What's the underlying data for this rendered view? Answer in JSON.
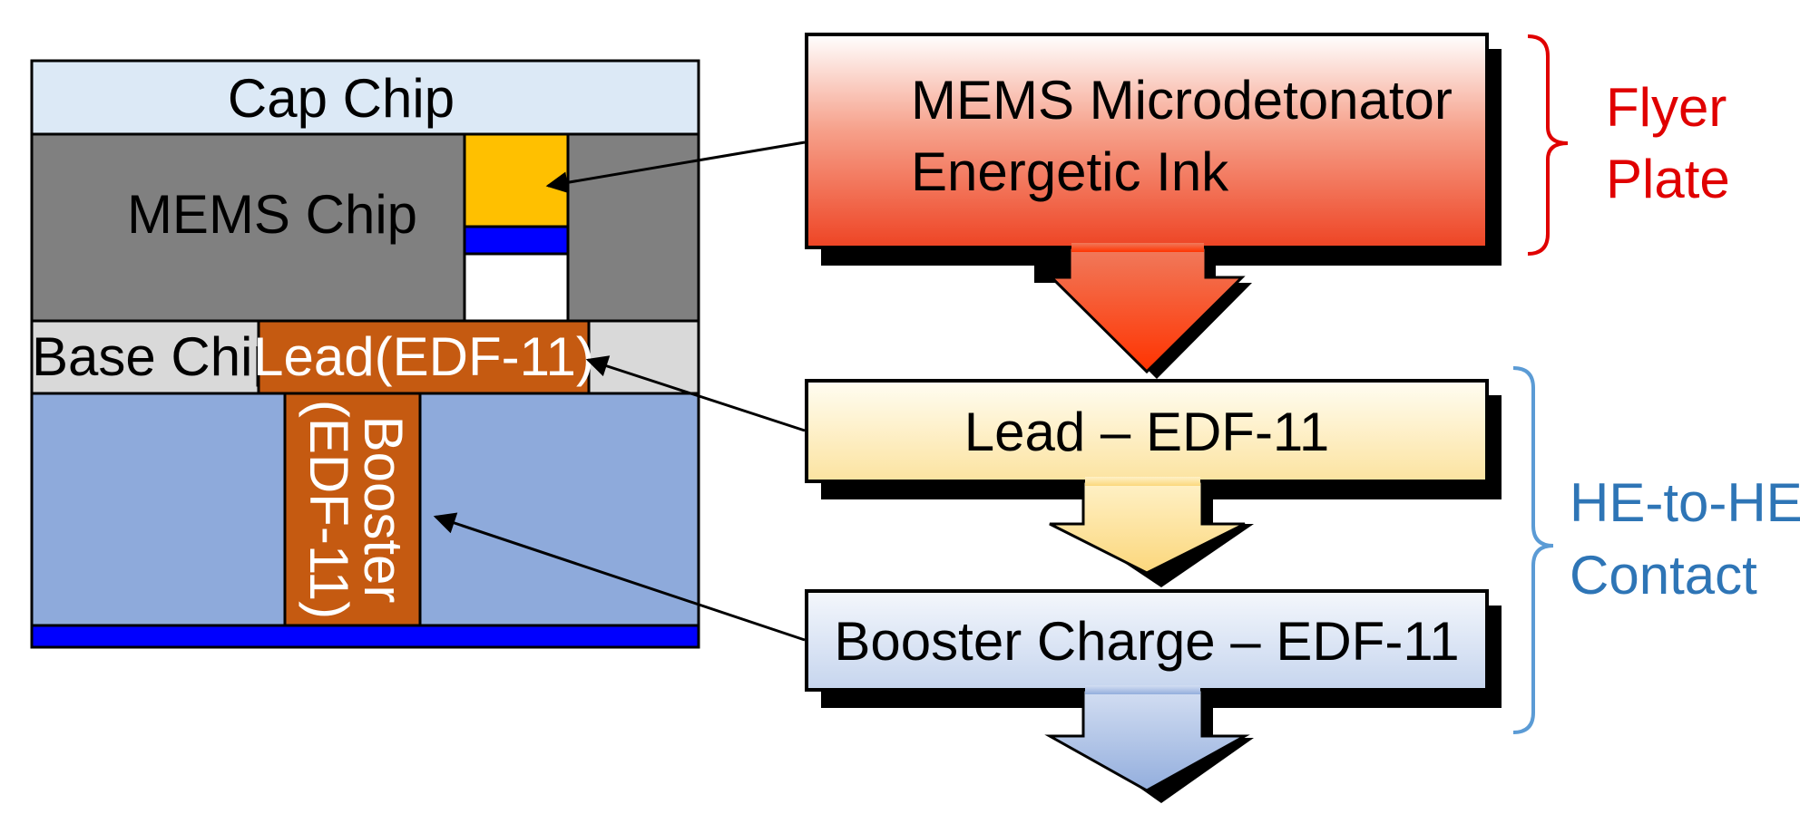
{
  "chip_stack": {
    "cap_chip": "Cap Chip",
    "mems_chip": "MEMS Chip",
    "base_chip": "Base Chip",
    "lead": "Lead(EDF-11)",
    "booster_line1": "Booster",
    "booster_line2": "(EDF-11)"
  },
  "flow": {
    "step1_line1": "MEMS Microdetonator",
    "step1_line2": "Energetic Ink",
    "step2": "Lead – EDF-11",
    "step3": "Booster Charge – EDF-11"
  },
  "brackets": {
    "flyer_line1": "Flyer",
    "flyer_line2": "Plate",
    "contact_line1": "HE-to-HE",
    "contact_line2": "Contact"
  },
  "colors": {
    "cap_chip": "#dce9f6",
    "mems_chip": "#808080",
    "base_chip": "#d9d9d9",
    "substrate": "#8eaadb",
    "ink": "#ffc000",
    "blue_layer": "#0000ff",
    "explosive": "#c55a11",
    "flyer_text": "#e00000",
    "contact_text": "#2e75b6"
  }
}
